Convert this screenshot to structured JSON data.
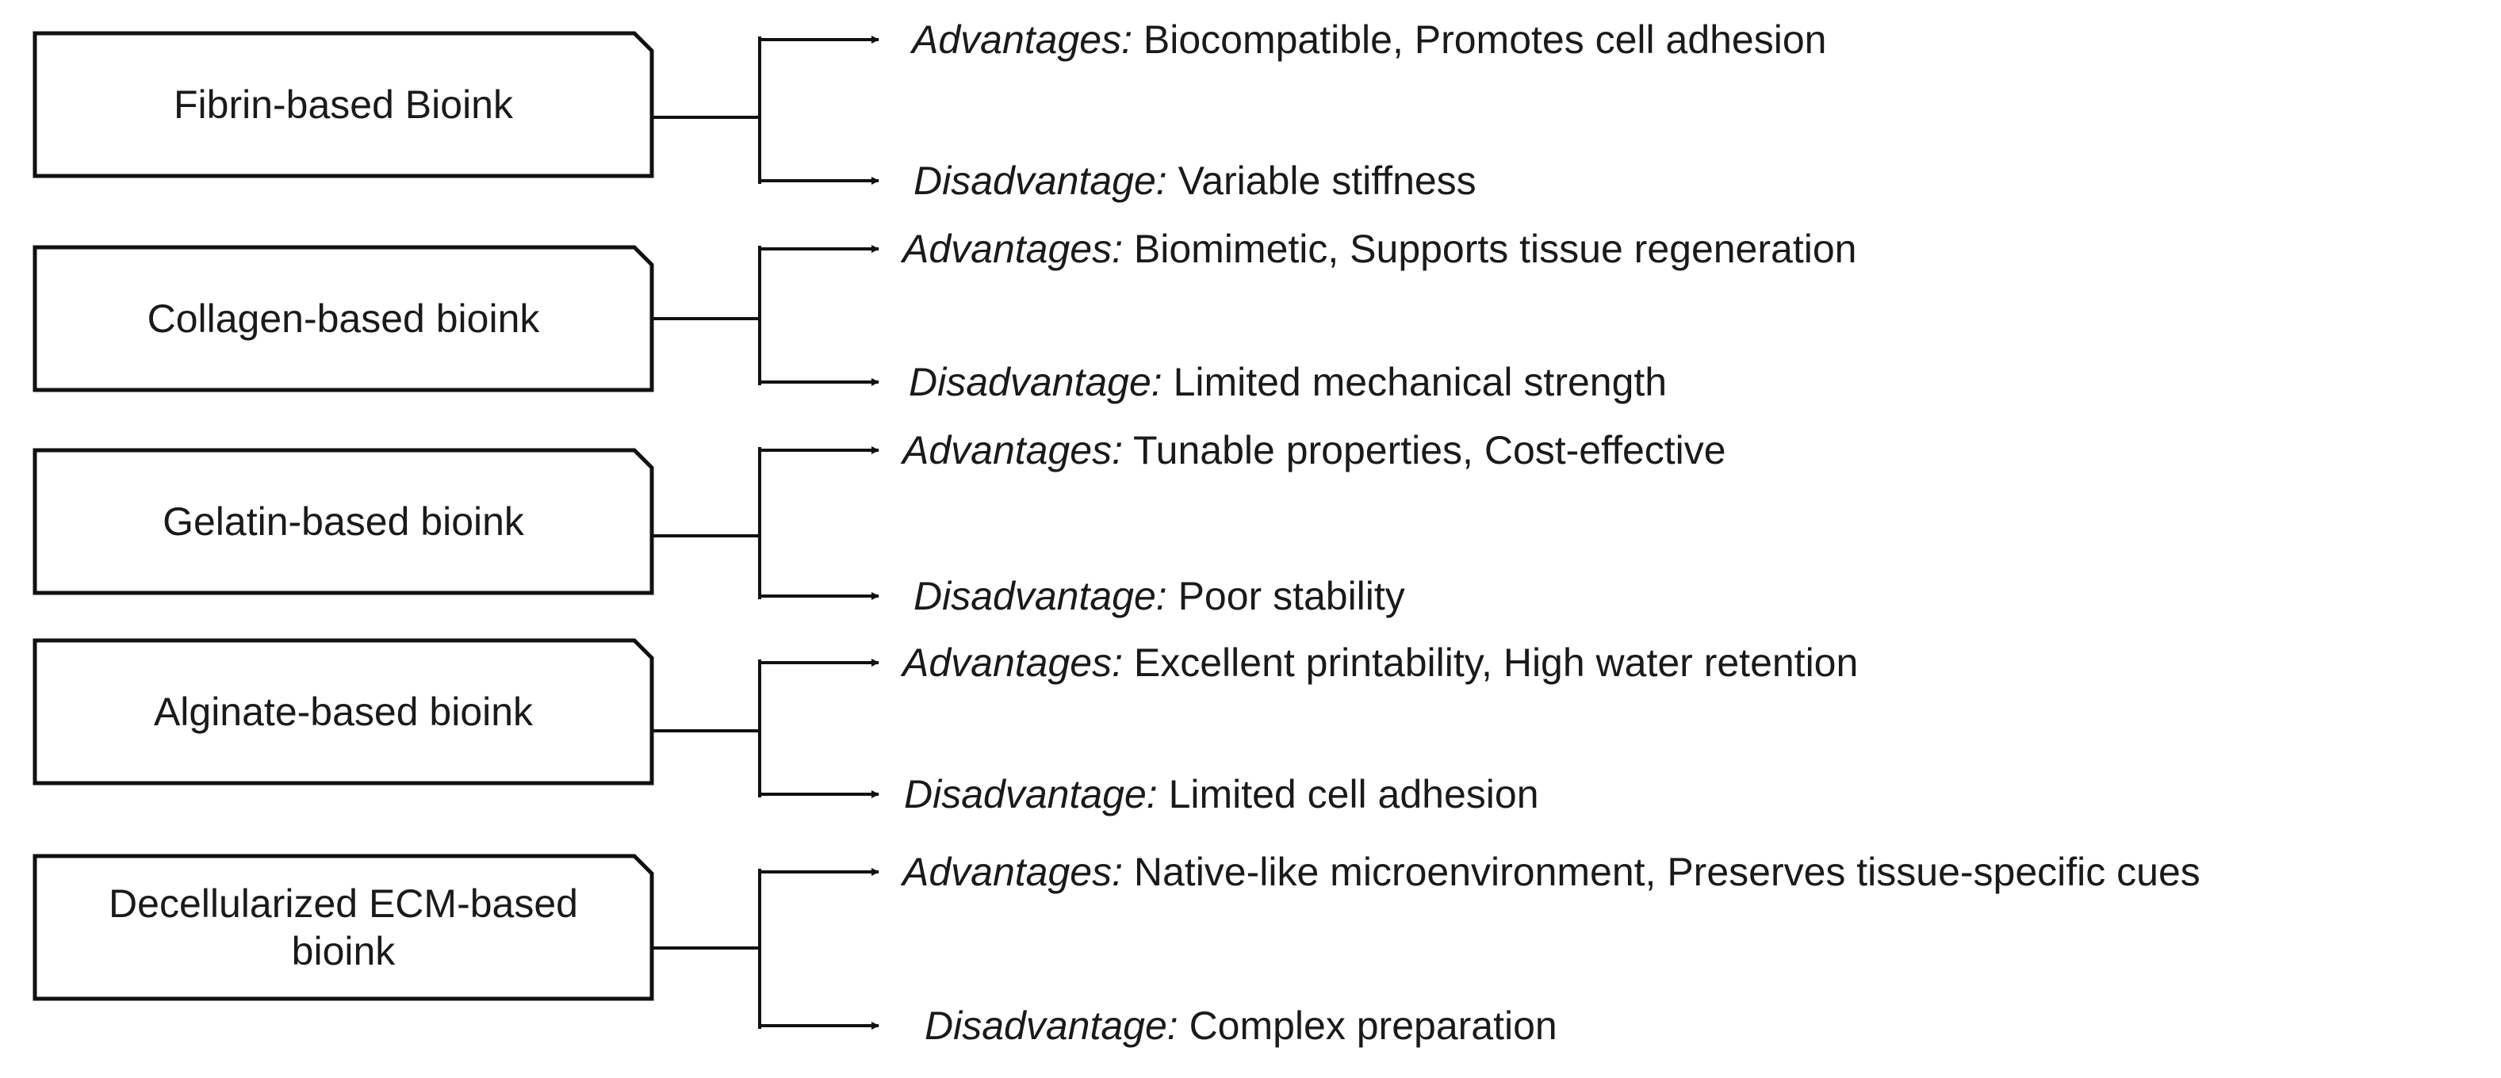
{
  "diagram": {
    "materials": [
      {
        "name": "Fibrin-based Bioink",
        "advantage_key": "Advantages:",
        "advantage_text": "Biocompatible, Promotes cell adhesion",
        "disadvantage_key": "Disadvantage:",
        "disadvantage_text": "Variable stiffness"
      },
      {
        "name": "Collagen-based bioink",
        "advantage_key": "Advantages:",
        "advantage_text": "Biomimetic, Supports tissue regeneration",
        "disadvantage_key": "Disadvantage:",
        "disadvantage_text": "Limited mechanical strength"
      },
      {
        "name": "Gelatin-based bioink",
        "advantage_key": "Advantages:",
        "advantage_text": "Tunable properties, Cost-effective",
        "disadvantage_key": "Disadvantage:",
        "disadvantage_text": "Poor stability"
      },
      {
        "name": "Alginate-based bioink",
        "advantage_key": "Advantages:",
        "advantage_text": "Excellent printability, High water retention",
        "disadvantage_key": "Disadvantage:",
        "disadvantage_text": "Limited cell adhesion"
      },
      {
        "name": "Decellularized ECM-based bioink",
        "advantage_key": "Advantages:",
        "advantage_text": "Native-like microenvironment, Preserves tissue-specific cues",
        "disadvantage_key": "Disadvantage:",
        "disadvantage_text": "Complex preparation"
      }
    ]
  }
}
